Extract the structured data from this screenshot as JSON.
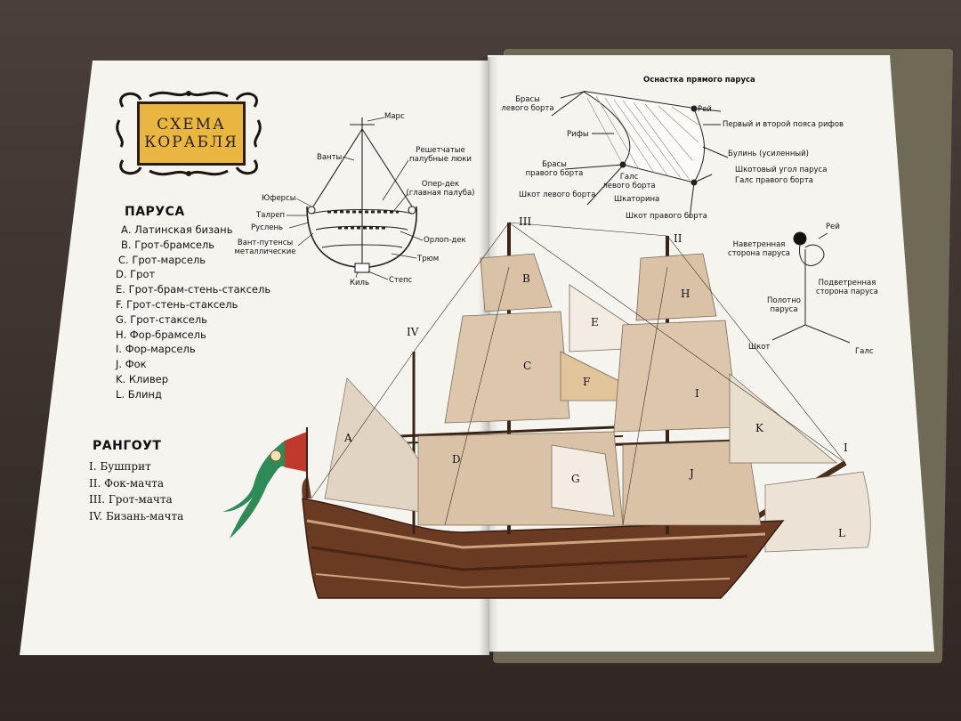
{
  "title": {
    "line1": "СХЕМА",
    "line2": "КОРАБЛЯ"
  },
  "sails": {
    "heading": "ПАРУСА",
    "items": [
      "А. Латинская бизань",
      "В. Грот-брамсель",
      "С. Грот-марсель",
      "D. Грот",
      "Е. Грот-брам-стень-стаксель",
      "F. Грот-стень-стаксель",
      "G. Грот-стаксель",
      "H. Фор-брамсель",
      "I. Фор-марсель",
      "J. Фок",
      "K. Кливер",
      "L. Блинд"
    ]
  },
  "spars": {
    "heading": "РАНГОУТ",
    "items": [
      "I. Бушприт",
      "II. Фок-мачта",
      "III. Грот-мачта",
      "IV. Бизань-мачта"
    ]
  },
  "cross_section": {
    "mars": "Марс",
    "vanty": "Ванты",
    "hatches_1": "Решетчатые",
    "hatches_2": "палубные люки",
    "operdek_1": "Опер-дек",
    "operdek_2": "(главная палуба)",
    "yufersy": "Юферсы",
    "talrep": "Талреп",
    "ruslen": "Руслень",
    "vantputens_1": "Вант-путенсы",
    "vantputens_2": "металлические",
    "orlopdek": "Орлоп-дек",
    "tryum": "Трюм",
    "kil": "Киль",
    "steps": "Степс"
  },
  "square_sail": {
    "title": "Оснастка прямого паруса",
    "brasy_left_1": "Брасы",
    "brasy_left_2": "левого борта",
    "rey": "Рей",
    "reef_belts": "Первый и второй пояса рифов",
    "rify": "Рифы",
    "bulin": "Булинь (усиленный)",
    "brasy_right_1": "Брасы",
    "brasy_right_2": "правого борта",
    "shkot_corner": "Шкотовый угол паруса",
    "gals_left_1": "Галс",
    "gals_left_2": "левого борта",
    "gals_right": "Галс правого борта",
    "shkot_left": "Шкот левого борта",
    "shkatorina": "Шкаторина",
    "shkot_right": "Шкот правого борта"
  },
  "sail_sides": {
    "rey": "Рей",
    "windward_1": "Наветренная",
    "windward_2": "сторона паруса",
    "leeward_1": "Подветренная",
    "leeward_2": "сторона паруса",
    "cloth_1": "Полотно",
    "cloth_2": "паруса",
    "shkot": "Шкот",
    "gals": "Галс"
  },
  "ship": {
    "mast_III": "III",
    "mast_II": "II",
    "mast_IV": "IV",
    "mast_I": "I",
    "sail_A": "A",
    "sail_B": "B",
    "sail_C": "C",
    "sail_D": "D",
    "sail_E": "E",
    "sail_F": "F",
    "sail_G": "G",
    "sail_H": "H",
    "sail_I": "I",
    "sail_J": "J",
    "sail_K": "K",
    "sail_L": "L"
  },
  "colors": {
    "page": "#f5f4ef",
    "plaque": "#e9b73f",
    "hull": "#6b3a22",
    "sail": "#d9c2a6",
    "flag_red": "#c0392b",
    "flag_green": "#2e8b57"
  }
}
